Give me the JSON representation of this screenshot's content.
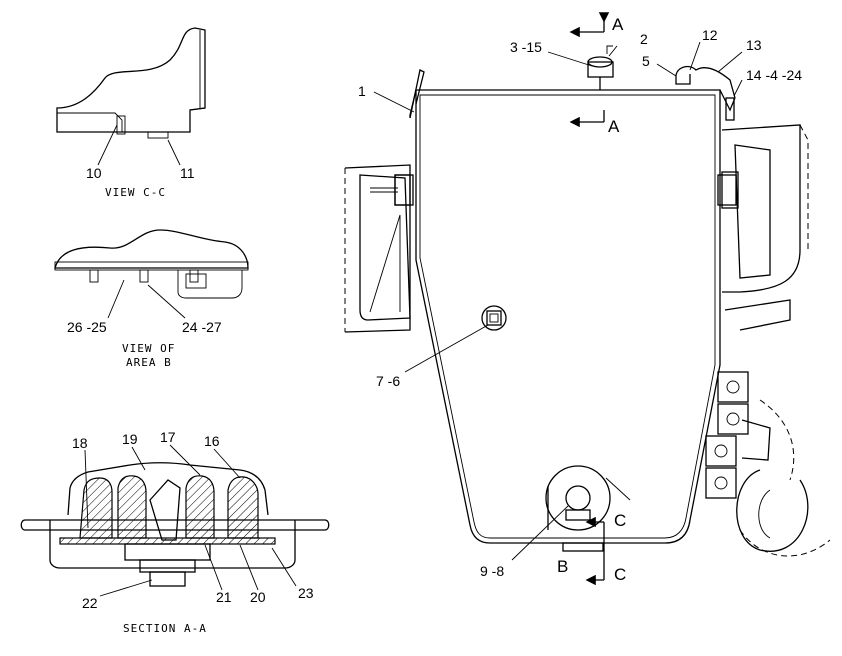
{
  "captions": {
    "view_cc": "VIEW C-C",
    "view_area_b_1": "VIEW OF",
    "view_area_b_2": "AREA B",
    "section_aa": "SECTION A-A"
  },
  "section_markers": {
    "a_top": "A",
    "a_bottom": "A",
    "c_top": "C",
    "c_bottom": "C",
    "b": "B"
  },
  "callouts": {
    "c1": "1",
    "c2": "2",
    "c3_15": "3 -15",
    "c5": "5",
    "c12": "12",
    "c13": "13",
    "c14_4_24": "14 -4 -24",
    "c7_6": "7 -6",
    "c9_8": "9 -8",
    "c10": "10",
    "c11": "11",
    "c26_25": "26 -25",
    "c24_27": "24 -27",
    "c18": "18",
    "c19": "19",
    "c17": "17",
    "c16": "16",
    "c22": "22",
    "c21": "21",
    "c20": "20",
    "c23": "23"
  }
}
